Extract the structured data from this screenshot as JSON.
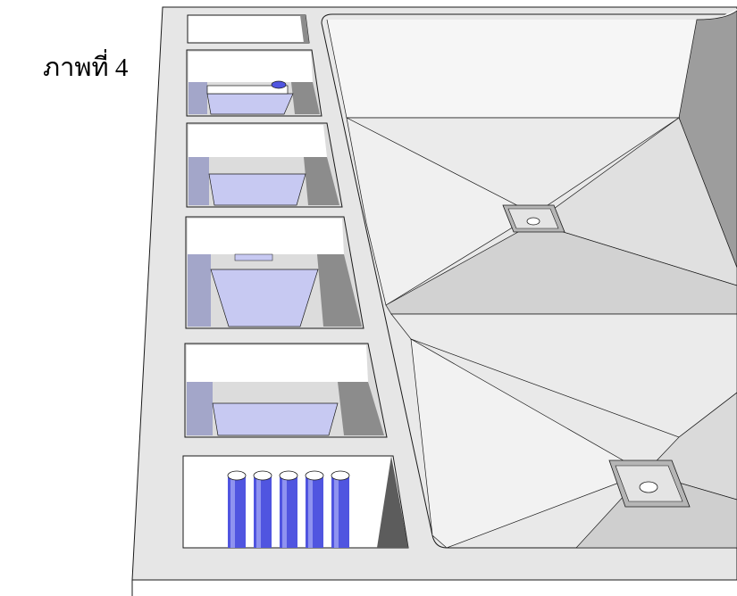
{
  "caption": "ภาพที่ 4",
  "scene": {
    "chambers": [
      {
        "id": "chamber-1",
        "contents": "empty"
      },
      {
        "id": "chamber-2",
        "contents": "sloped-hopper"
      },
      {
        "id": "chamber-3",
        "contents": "sloped-hopper"
      },
      {
        "id": "chamber-4",
        "contents": "sloped-hopper"
      },
      {
        "id": "chamber-5",
        "contents": "sloped-hopper"
      },
      {
        "id": "chamber-6",
        "contents": "pipes"
      }
    ],
    "pipe_count": 5,
    "basins": [
      {
        "id": "basin-upper",
        "drain": "center"
      },
      {
        "id": "basin-lower",
        "drain": "center"
      }
    ],
    "colors": {
      "concrete_top": "#e6e6e6",
      "concrete_side": "#9c9c9c",
      "basin_floor_light": "#ebebeb",
      "basin_floor_mid": "#d4d4d4",
      "basin_wall": "#f2f2f2",
      "hopper_blue": "#c7c9f2",
      "pipe_blue": "#5055e0",
      "edge": "#1a1a1a"
    }
  }
}
